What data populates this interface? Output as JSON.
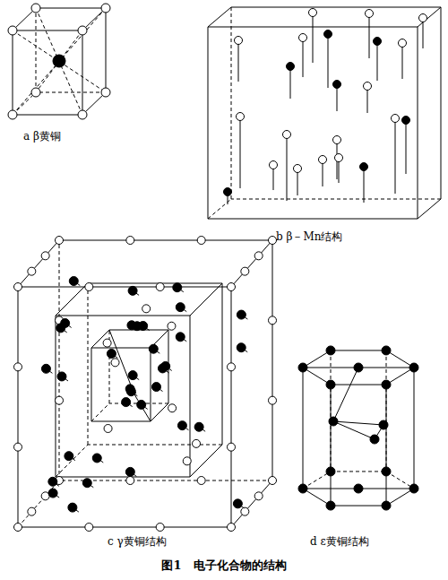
{
  "diagram": {
    "caption": "图1　电子化合物的结构",
    "labels": [
      "a β黄铜",
      "b β－Mn结构",
      "c γ黄铜结构",
      "d ε黄铜结构"
    ]
  }
}
